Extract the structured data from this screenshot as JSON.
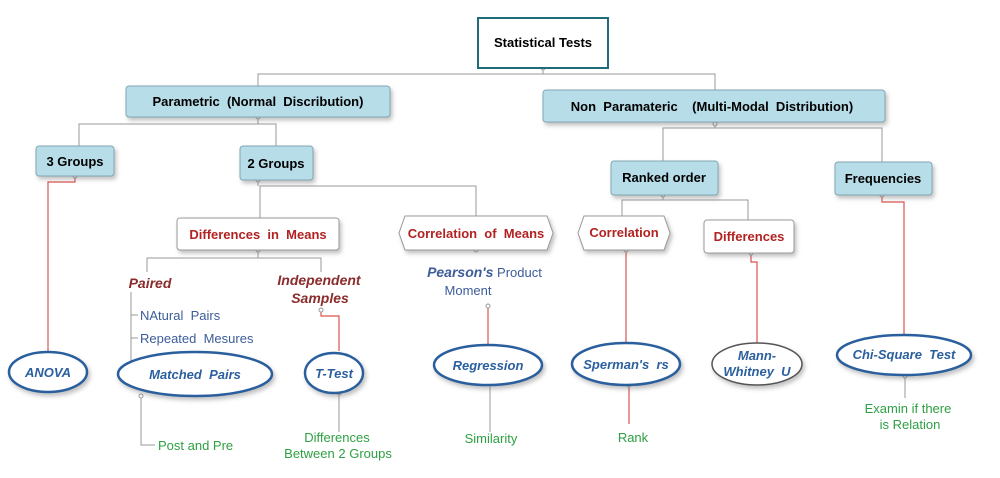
{
  "root": "Statistical Tests",
  "parametric": "Parametric  (Normal  Discribution)",
  "nonparametric": "Non  Paramateric    (Multi-Modal  Distribution)",
  "three_groups": "3 Groups",
  "two_groups": "2 Groups",
  "ranked_order": "Ranked order",
  "frequencies": "Frequencies",
  "differences_in_means": "Differences  in  Means",
  "correlation_of_means": "Correlation  of  Means",
  "correlation": "Correlation",
  "differences": "Differences",
  "paired": "Paired",
  "independent_line1": "Independent",
  "independent_line2": "Samples",
  "pearson_bold": "Pearson's",
  "pearson_rest": " Product",
  "pearson_line2": "Moment",
  "natural_pairs": "NAtural  Pairs",
  "repeated_measures": "Repeated  Mesures",
  "anova": "ANOVA",
  "matched_pairs": "Matched  Pairs",
  "t_test": "T-Test",
  "regression": "Regression",
  "spearman": "Sperman's  rs",
  "mann_line1": "Mann-",
  "mann_line2": "Whitney  U",
  "chi_square": "Chi-Square  Test",
  "post_and_pre": "Post and Pre",
  "diff_between_line1": "Differences",
  "diff_between_line2": "Between 2 Groups",
  "similarity": "Similarity",
  "rank": "Rank",
  "examin_line1": "Examin if there",
  "examin_line2": "is Relation",
  "colors": {
    "box_fill": "#b7dde8",
    "box_stroke": "#7fa7b3",
    "root_stroke": "#1f6b7a",
    "red_text": "#b22222",
    "blue_oval": "#2b5f9e",
    "blue_text": "#3c5c9a",
    "green_text": "#2ea043",
    "connector": "#999999",
    "red_line": "#d9534f"
  }
}
